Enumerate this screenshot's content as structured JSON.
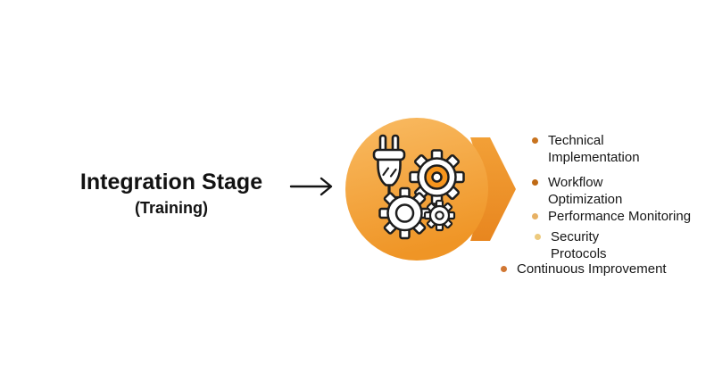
{
  "stage": {
    "title": "Integration Stage",
    "subtitle": "(Training)"
  },
  "list": {
    "items": [
      {
        "label": "Technical Implementation",
        "bullet_color": "#c8731f"
      },
      {
        "label": "Workflow Optimization",
        "bullet_color": "#bf6a15"
      },
      {
        "label": "Performance Monitoring",
        "bullet_color": "#e7b164"
      },
      {
        "label": "Security Protocols",
        "bullet_color": "#edca7e"
      },
      {
        "label": "Continuous Improvement",
        "bullet_color": "#d17733"
      }
    ]
  },
  "icons": {
    "graphic": "plug-and-gears",
    "connector": "right-arrow"
  },
  "colors": {
    "circle_gradient_top": "#f9bb63",
    "circle_gradient_bottom": "#ef9526",
    "arrow_gradient_top": "#f2a037",
    "arrow_gradient_bottom": "#e8861f",
    "gear_accent": "#f6951d",
    "icon_outline": "#1d1d1d",
    "text": "#141414",
    "background": "#ffffff"
  }
}
